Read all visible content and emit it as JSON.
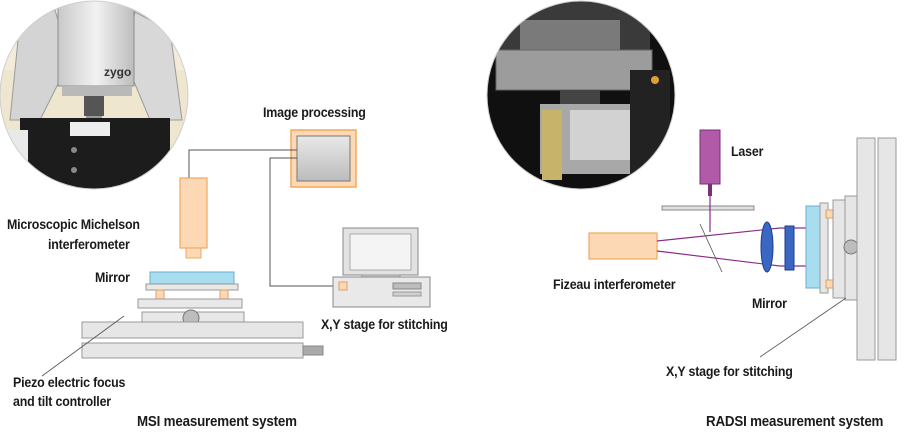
{
  "msi": {
    "image_processing": "Image processing",
    "michelson_line1": "Microscopic Michelson",
    "michelson_line2": "interferometer",
    "mirror": "Mirror",
    "xy_stage": "X,Y stage for stitching",
    "piezo_line1": "Piezo electric  focus",
    "piezo_line2": "and tilt controller",
    "caption": "MSI measurement system",
    "photo_brand": "zygo"
  },
  "radsi": {
    "laser": "Laser",
    "fizeau": "Fizeau interferometer",
    "mirror": "Mirror",
    "xy_stage": "X,Y stage for stitching",
    "caption": "RADSI measurement system"
  },
  "colors": {
    "interferometer_fill": "#fcd9b4",
    "interferometer_stroke": "#f0a860",
    "mirror_fill": "#a8dcef",
    "laser_fill": "#b05aa8",
    "beam": "#8a2d8a",
    "lens_fill": "#3a66c4",
    "machine_gray": "#d8d8d8"
  }
}
